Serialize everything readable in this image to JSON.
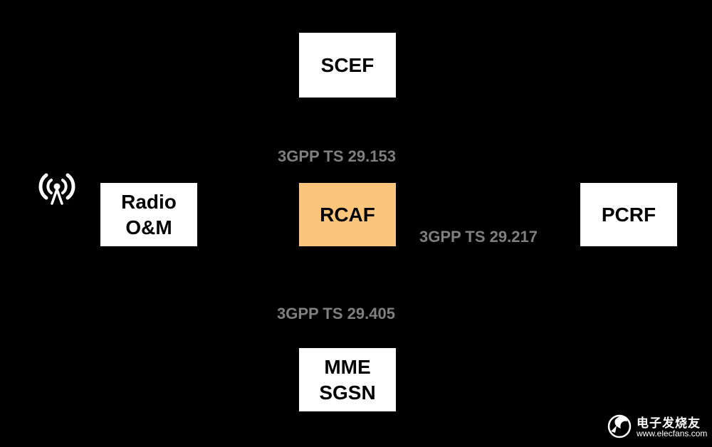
{
  "nodes": {
    "scef": {
      "lines": [
        "SCEF"
      ]
    },
    "radio_om": {
      "lines": [
        "Radio",
        "O&M"
      ]
    },
    "rcaf": {
      "lines": [
        "RCAF"
      ]
    },
    "pcrf": {
      "lines": [
        "PCRF"
      ]
    },
    "mme_sgsn": {
      "lines": [
        "MME",
        "SGSN"
      ]
    }
  },
  "interfaces": {
    "rcaf_scef": "3GPP TS 29.153",
    "rcaf_pcrf": "3GPP TS 29.217",
    "rcaf_mme": "3GPP TS 29.405"
  },
  "icons": {
    "antenna": "radio-antenna-icon",
    "watermark_logo": "elecfans-logo-icon"
  },
  "watermark": {
    "chinese": "电子发烧友",
    "url": "www.elecfans.com"
  },
  "colors": {
    "background": "#000000",
    "box": "#ffffff",
    "rcaf_highlight": "#fcc57c",
    "interface_label": "#7f7f7f"
  }
}
